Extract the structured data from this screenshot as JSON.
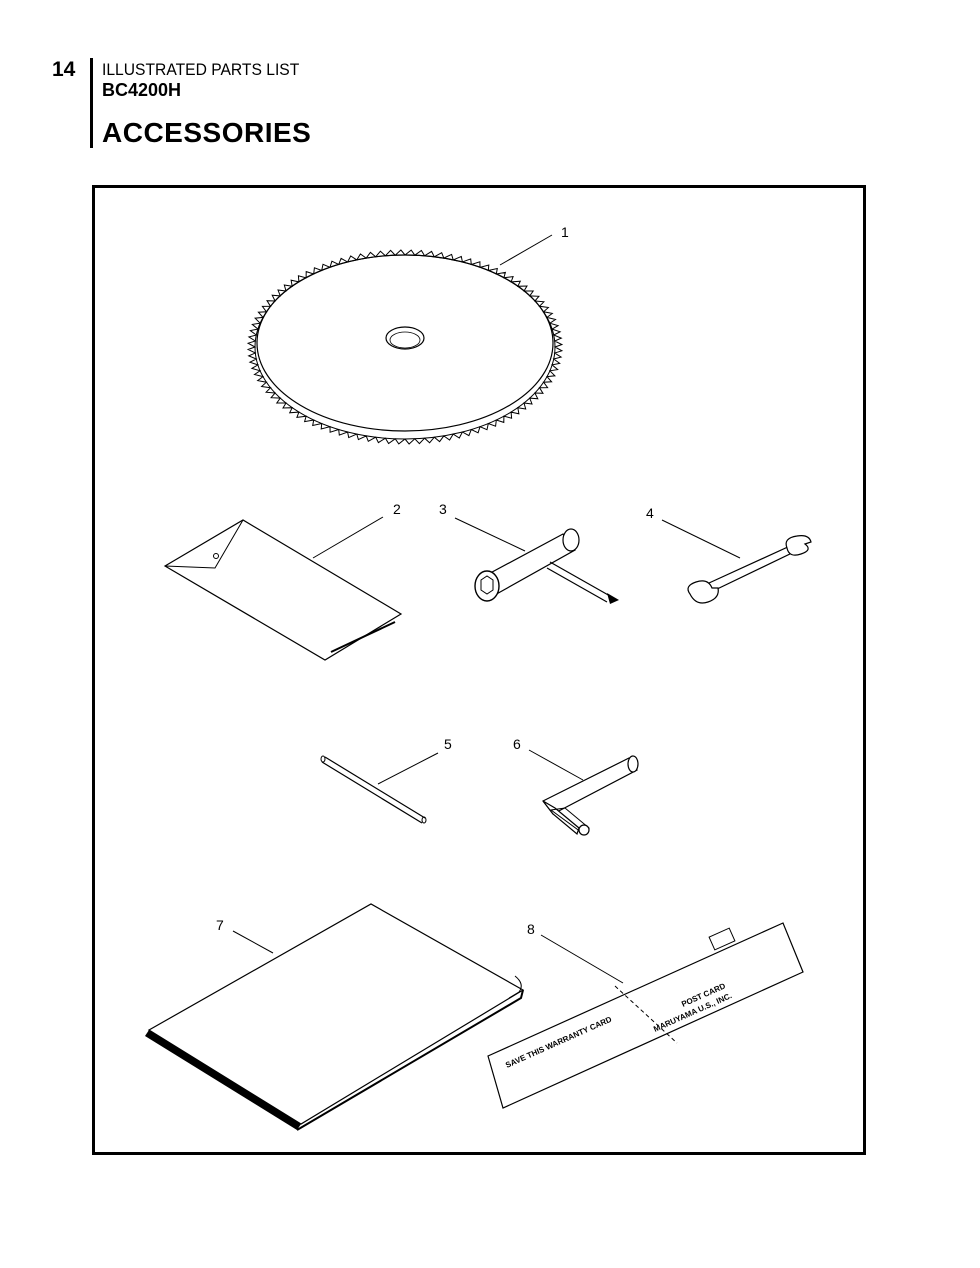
{
  "header": {
    "page_number": "14",
    "doc_type": "ILLUSTRATED PARTS LIST",
    "model": "BC4200H",
    "section_title": "ACCESSORIES"
  },
  "callouts": [
    "1",
    "2",
    "3",
    "4",
    "5",
    "6",
    "7",
    "8"
  ],
  "warranty_card": {
    "left_text": "SAVE THIS WARRANTY CARD",
    "right_line1": "POST CARD",
    "right_line2": "MARUYAMA U.S., INC."
  }
}
